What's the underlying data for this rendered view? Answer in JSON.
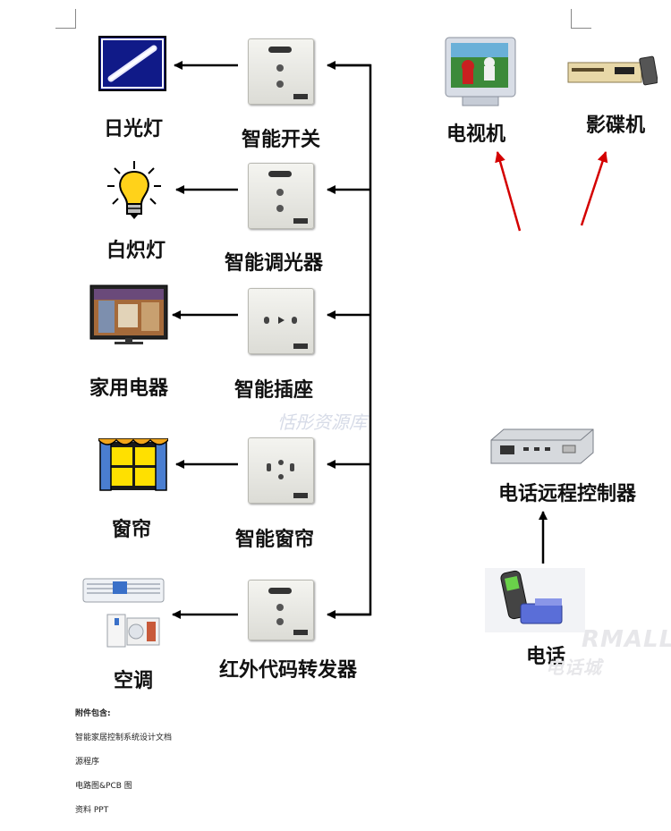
{
  "labels": {
    "fluorescent": "日光灯",
    "incandescent": "白炽灯",
    "appliance": "家用电器",
    "curtain": "窗帘",
    "ac": "空调",
    "switch": "智能开关",
    "dimmer": "智能调光器",
    "socket": "智能插座",
    "smart_curtain": "智能窗帘",
    "ir": "红外代码转发器",
    "tv": "电视机",
    "dvd": "影碟机",
    "remote": "电话远程控制器",
    "phone": "电话"
  },
  "watermarks": {
    "center": "恬彤资源库",
    "brand": "RMALL",
    "brand_cn": "电话城"
  },
  "notes": {
    "title": "附件包含:",
    "item1": "智能家居控制系统设计文档",
    "item2": "源程序",
    "item3": "电路图&PCB 图",
    "item4": "资料 PPT"
  },
  "colors": {
    "arrow_black": "#000000",
    "arrow_red": "#d40000"
  }
}
